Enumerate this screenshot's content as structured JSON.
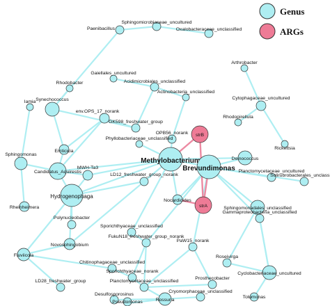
{
  "legend": {
    "genus": {
      "label": "Genus",
      "color": "#aeeef2"
    },
    "args": {
      "label": "ARGs",
      "color": "#ee7b96"
    }
  },
  "colors": {
    "edge_genus": "#aeeef2",
    "edge_args": "#ec8aa2",
    "node_stroke": "#333333"
  },
  "nodes": [
    {
      "id": "paenibacillus",
      "label": "Paenibacillus",
      "type": "genus"
    },
    {
      "id": "sphingomicrobiaceae",
      "label": "Sphingomicrobiaceae_uncultured",
      "type": "genus"
    },
    {
      "id": "oxalobacteraceae",
      "label": "Oxalobacteraceae_unclassified",
      "type": "genus"
    },
    {
      "id": "rhodobacter",
      "label": "Rhodobacter",
      "type": "genus"
    },
    {
      "id": "arthrobacter",
      "label": "Arthrobacter",
      "type": "genus"
    },
    {
      "id": "gaiellales",
      "label": "Gaiellales_uncultured",
      "type": "genus"
    },
    {
      "id": "acidimicrobiales",
      "label": "Acidimicrobiales_unclassified",
      "type": "genus"
    },
    {
      "id": "actinobacteria",
      "label": "Actinobacteria_unclassified",
      "type": "genus"
    },
    {
      "id": "synechococcus",
      "label": "Synechococcus",
      "type": "genus"
    },
    {
      "id": "cytophagaceae",
      "label": "Cytophagaceae_uncultured",
      "type": "genus"
    },
    {
      "id": "rhodopirellula",
      "label": "Rhodopirellula",
      "type": "genus"
    },
    {
      "id": "env_ops",
      "label": "env.OPS_17_norank",
      "type": "genus"
    },
    {
      "id": "gk598",
      "label": "GK598_freshwater_group",
      "type": "genus"
    },
    {
      "id": "iamia",
      "label": "Iamia",
      "type": "genus"
    },
    {
      "id": "emticicia",
      "label": "Emticicia",
      "type": "genus"
    },
    {
      "id": "opb56",
      "label": "OPB56_norank",
      "type": "genus"
    },
    {
      "id": "rickettsia",
      "label": "Rickettsia",
      "type": "genus"
    },
    {
      "id": "strB",
      "label": "strB",
      "type": "args"
    },
    {
      "id": "mwh_ta3",
      "label": "MWH-Ta3",
      "type": "genus"
    },
    {
      "id": "phyllobacteriaceae",
      "label": "Phyllobacteriaceae_unclassified",
      "type": "genus"
    },
    {
      "id": "deinococcus",
      "label": "Deinococcus",
      "type": "genus"
    },
    {
      "id": "sphingomonas",
      "label": "Sphingomonas",
      "type": "genus"
    },
    {
      "id": "candidatus",
      "label": "Candidatus_Aquirestis",
      "type": "genus"
    },
    {
      "id": "methylobacterium",
      "label": "Methylobacterium",
      "type": "genus",
      "big": true
    },
    {
      "id": "brevundimonas",
      "label": "Brevundimonas",
      "type": "genus",
      "big": true
    },
    {
      "id": "planctomycetaceae_unc",
      "label": "Planctomycetaceae_uncultured",
      "type": "genus"
    },
    {
      "id": "solirubrobacterales",
      "label": "Solirubrobacterales_unclassified",
      "type": "genus"
    },
    {
      "id": "hydrogenophaga",
      "label": "Hydrogenophaga",
      "type": "genus",
      "mid": true
    },
    {
      "id": "ld12",
      "label": "LD12_freshwater_group_norank",
      "type": "genus"
    },
    {
      "id": "nocardioides",
      "label": "Nocardioides",
      "type": "genus"
    },
    {
      "id": "rheinheimera",
      "label": "Rheinheimera",
      "type": "genus"
    },
    {
      "id": "polynucleobacter",
      "label": "Polynucleobacter",
      "type": "genus"
    },
    {
      "id": "strA",
      "label": "strA",
      "type": "args"
    },
    {
      "id": "sphingomonadales",
      "label": "Sphingomonadales_unclassified",
      "type": "genus"
    },
    {
      "id": "novosphingobium",
      "label": "Novosphingobium",
      "type": "genus"
    },
    {
      "id": "gammaproteobacteria",
      "label": "Gammaproteobacteria_unclassified",
      "type": "genus"
    },
    {
      "id": "sporichthyaceae_unc",
      "label": "Sporichthyaceae_unclassified",
      "type": "genus"
    },
    {
      "id": "fukuN18",
      "label": "FukuN18_freshwater_group_norank",
      "type": "genus"
    },
    {
      "id": "fluviicola",
      "label": "Fluviicola",
      "type": "genus"
    },
    {
      "id": "pavw15",
      "label": "PaW15_norank",
      "type": "genus"
    },
    {
      "id": "roseivirga",
      "label": "Roseivirga",
      "type": "genus"
    },
    {
      "id": "chitinophagaceae",
      "label": "Chitinophagaceae_unclassified",
      "type": "genus"
    },
    {
      "id": "cyclobacteriaceae",
      "label": "Cyclobacteriaceae_uncultured",
      "type": "genus"
    },
    {
      "id": "sporichthyaceae_nor",
      "label": "Sporichthyaceae_norank",
      "type": "genus"
    },
    {
      "id": "prosthecobacter",
      "label": "Prosthecobacter",
      "type": "genus"
    },
    {
      "id": "ld28",
      "label": "LD28_freshwater_group",
      "type": "genus"
    },
    {
      "id": "planctomycetaceae_uncl",
      "label": "Planctomycetaceae_unclassified",
      "type": "genus"
    },
    {
      "id": "tolumonas",
      "label": "Tolumonas",
      "type": "genus"
    },
    {
      "id": "desulfosporosinus",
      "label": "Desulfosporosinus",
      "type": "genus"
    },
    {
      "id": "pseudomonas",
      "label": "Pseudomonas",
      "type": "genus"
    },
    {
      "id": "cryomorphaceae",
      "label": "Cryomorphaceae_unclassified",
      "type": "genus"
    },
    {
      "id": "rossuria",
      "label": "Rossuria",
      "type": "genus"
    }
  ],
  "edges": [
    [
      "paenibacillus",
      "sphingomicrobiaceae"
    ],
    [
      "sphingomicrobiaceae",
      "oxalobacteraceae"
    ],
    [
      "paenibacillus",
      "synechococcus"
    ],
    [
      "rhodobacter",
      "synechococcus"
    ],
    [
      "synechococcus",
      "emticicia"
    ],
    [
      "synechococcus",
      "gk598"
    ],
    [
      "gaiellales",
      "acidimicrobiales"
    ],
    [
      "acidimicrobiales",
      "actinobacteria"
    ],
    [
      "acidimicrobiales",
      "gk598"
    ],
    [
      "actinobacteria",
      "opb56"
    ],
    [
      "arthrobacter",
      "cytophagaceae"
    ],
    [
      "cytophagaceae",
      "rhodopirellula"
    ],
    [
      "cytophagaceae",
      "rickettsia"
    ],
    [
      "env_ops",
      "emticicia"
    ],
    [
      "env_ops",
      "candidatus"
    ],
    [
      "env_ops",
      "gk598"
    ],
    [
      "iamia",
      "sphingomonas"
    ],
    [
      "emticicia",
      "candidatus"
    ],
    [
      "sphingomonas",
      "candidatus"
    ],
    [
      "sphingomonas",
      "rheinheimera"
    ],
    [
      "candidatus",
      "hydrogenophaga"
    ],
    [
      "candidatus",
      "mwh_ta3"
    ],
    [
      "candidatus",
      "methylobacterium"
    ],
    [
      "mwh_ta3",
      "hydrogenophaga"
    ],
    [
      "mwh_ta3",
      "methylobacterium"
    ],
    [
      "phyllobacteriaceae",
      "methylobacterium"
    ],
    [
      "hydrogenophaga",
      "ld12"
    ],
    [
      "hydrogenophaga",
      "methylobacterium"
    ],
    [
      "hydrogenophaga",
      "novosphingobium"
    ],
    [
      "hydrogenophaga",
      "polynucleobacter"
    ],
    [
      "hydrogenophaga",
      "fluviicola"
    ],
    [
      "opb56",
      "methylobacterium"
    ],
    [
      "methylobacterium",
      "brevundimonas"
    ],
    [
      "methylobacterium",
      "ld12"
    ],
    [
      "methylobacterium",
      "nocardioides"
    ],
    [
      "methylobacterium",
      "novosphingobium"
    ],
    [
      "methylobacterium",
      "deinococcus"
    ],
    [
      "methylobacterium",
      "sporichthyaceae_unc"
    ],
    [
      "brevundimonas",
      "deinococcus"
    ],
    [
      "brevundimonas",
      "planctomycetaceae_unc"
    ],
    [
      "brevundimonas",
      "solirubrobacterales"
    ],
    [
      "brevundimonas",
      "sphingomonadales"
    ],
    [
      "brevundimonas",
      "nocardioides"
    ],
    [
      "brevundimonas",
      "gammaproteobacteria"
    ],
    [
      "brevundimonas",
      "fukuN18"
    ],
    [
      "brevundimonas",
      "pavw15"
    ],
    [
      "sphingomonadales",
      "cyclobacteriaceae"
    ],
    [
      "sphingomonadales",
      "roseivirga"
    ],
    [
      "roseivirga",
      "cyclobacteriaceae"
    ],
    [
      "cyclobacteriaceae",
      "tolumonas"
    ],
    [
      "gammaproteobacteria",
      "cyclobacteriaceae"
    ],
    [
      "fluviicola",
      "ld28"
    ],
    [
      "fluviicola",
      "chitinophagaceae"
    ],
    [
      "fluviicola",
      "novosphingobium"
    ],
    [
      "sporichthyaceae_unc",
      "fukuN18"
    ],
    [
      "fukuN18",
      "sporichthyaceae_nor"
    ],
    [
      "fukuN18",
      "planctomycetaceae_uncl"
    ],
    [
      "pavw15",
      "prosthecobacter"
    ],
    [
      "pavw15",
      "planctomycetaceae_uncl"
    ],
    [
      "chitinophagaceae",
      "sporichthyaceae_nor"
    ],
    [
      "sporichthyaceae_nor",
      "planctomycetaceae_uncl"
    ],
    [
      "planctomycetaceae_uncl",
      "rossuria"
    ],
    [
      "prosthecobacter",
      "planctomycetaceae_uncl"
    ],
    [
      "desulfosporosinus",
      "rossuria"
    ],
    [
      "pseudomonas",
      "rossuria"
    ],
    [
      "cryomorphaceae",
      "rossuria"
    ],
    [
      "strB",
      "methylobacterium",
      "args"
    ],
    [
      "strB",
      "strA",
      "args"
    ],
    [
      "strA",
      "brevundimonas",
      "args"
    ],
    [
      "strA",
      "nocardioides",
      "args"
    ]
  ]
}
